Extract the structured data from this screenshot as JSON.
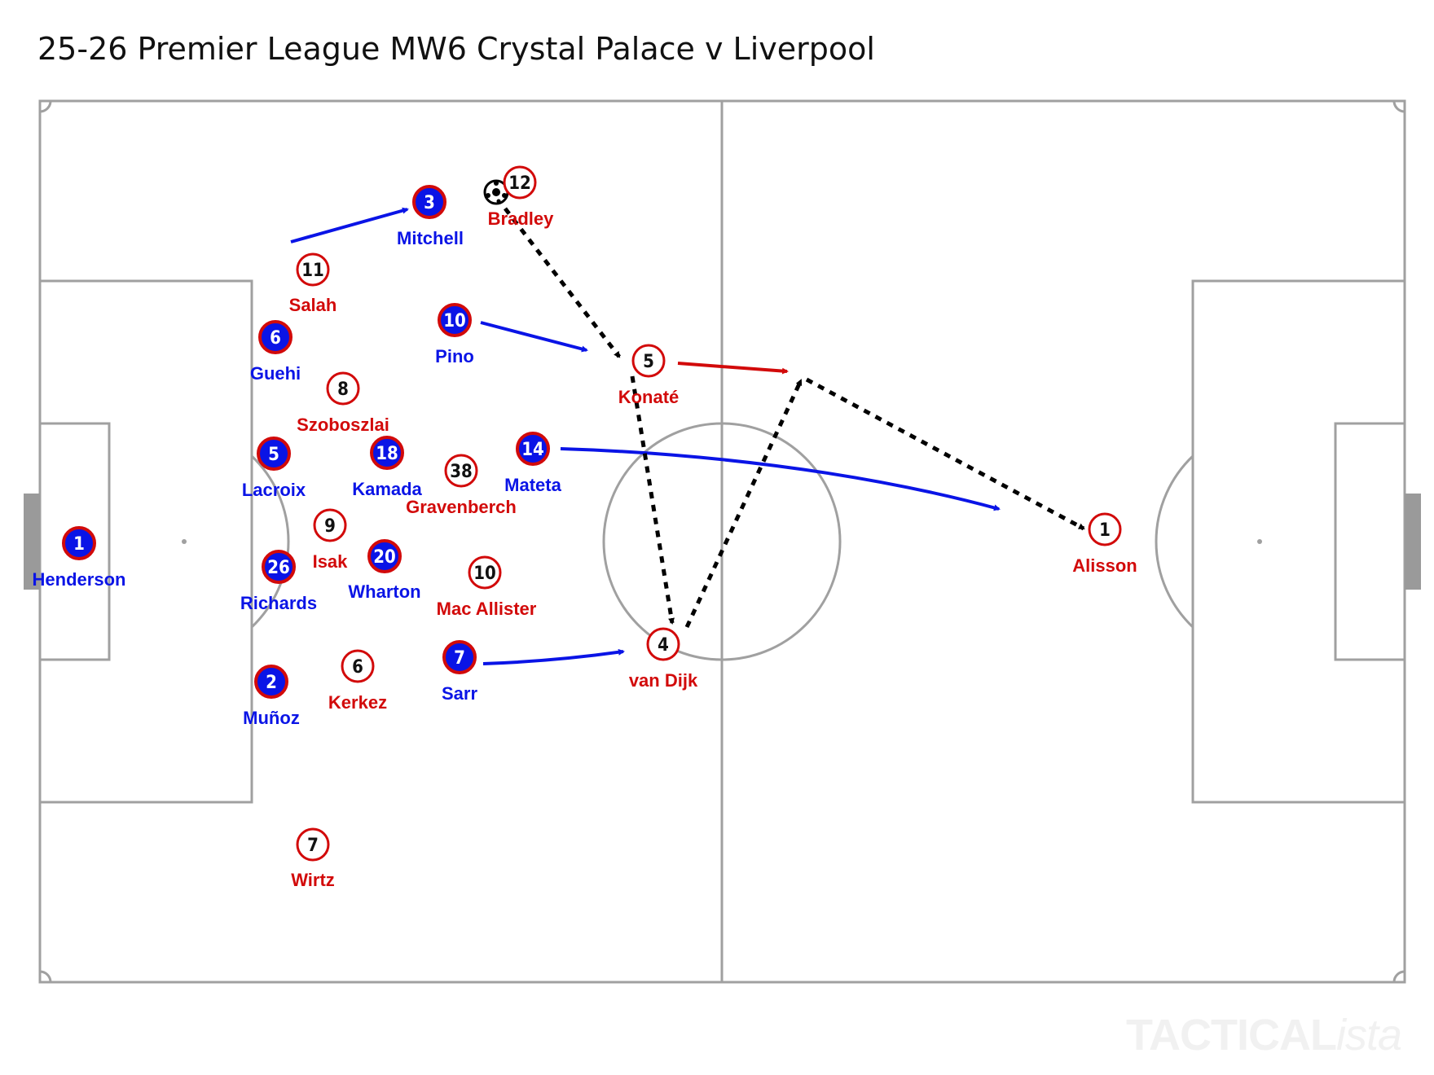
{
  "title": "25-26 Premier League MW6 Crystal Palace v Liverpool",
  "watermark": {
    "main": "TACTICAL",
    "suffix": "ista"
  },
  "colors": {
    "home": "#0a14e6",
    "away": "#d20a0a",
    "line": "#a0a0a0",
    "pass": "#000000"
  },
  "home_players": [
    {
      "number": "1",
      "name": "Henderson"
    },
    {
      "number": "3",
      "name": "Mitchell"
    },
    {
      "number": "6",
      "name": "Guehi"
    },
    {
      "number": "10",
      "name": "Pino"
    },
    {
      "number": "5",
      "name": "Lacroix"
    },
    {
      "number": "18",
      "name": "Kamada"
    },
    {
      "number": "14",
      "name": "Mateta"
    },
    {
      "number": "26",
      "name": "Richards"
    },
    {
      "number": "20",
      "name": "Wharton"
    },
    {
      "number": "2",
      "name": "Muñoz"
    },
    {
      "number": "7",
      "name": "Sarr"
    }
  ],
  "away_players": [
    {
      "number": "12",
      "name": "Bradley"
    },
    {
      "number": "11",
      "name": "Salah"
    },
    {
      "number": "5",
      "name": "Konaté"
    },
    {
      "number": "8",
      "name": "Szoboszlai"
    },
    {
      "number": "38",
      "name": "Gravenberch"
    },
    {
      "number": "9",
      "name": "Isak"
    },
    {
      "number": "10",
      "name": "Mac Allister"
    },
    {
      "number": "6",
      "name": "Kerkez"
    },
    {
      "number": "4",
      "name": "van Dijk"
    },
    {
      "number": "7",
      "name": "Wirtz"
    },
    {
      "number": "1",
      "name": "Alisson"
    }
  ],
  "ball_icon": "football-icon"
}
